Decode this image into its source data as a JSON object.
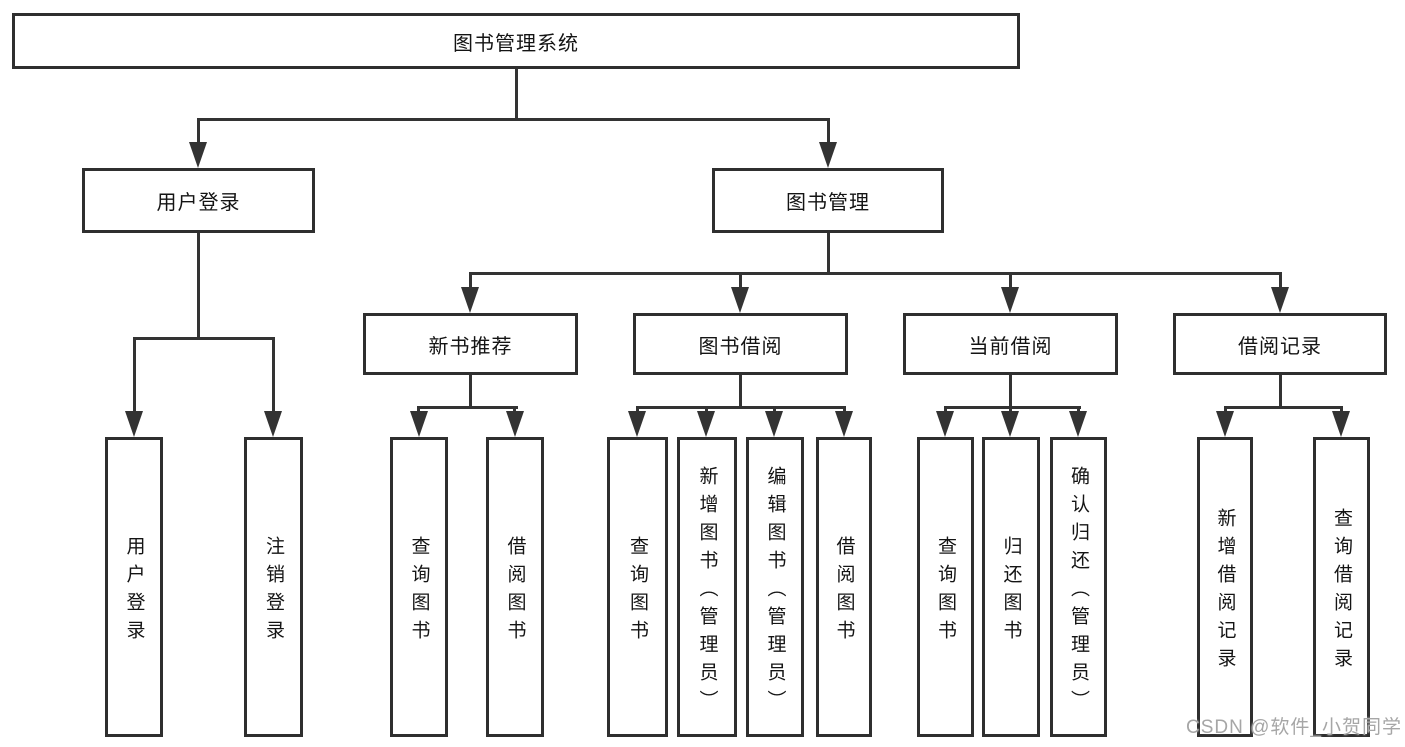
{
  "page": {
    "watermark": "CSDN @软件_小贺同学"
  },
  "colors": {
    "line": "#333333",
    "box_border": "#2f2f2f",
    "text": "#141414",
    "watermark": "#a6a6a6",
    "background": "#ffffff"
  },
  "diagram": {
    "type": "hierarchy-tree",
    "root": {
      "label": "图书管理系统"
    },
    "level2": [
      {
        "label": "用户登录"
      },
      {
        "label": "图书管理"
      }
    ],
    "level3": [
      {
        "label": "新书推荐"
      },
      {
        "label": "图书借阅"
      },
      {
        "label": "当前借阅"
      },
      {
        "label": "借阅记录"
      }
    ],
    "leaves": {
      "user": [
        "用户登录",
        "注销登录"
      ],
      "newbook": [
        "查询图书",
        "借阅图书"
      ],
      "borrow": [
        "查询图书",
        "新增图书（管理员）",
        "编辑图书（管理员）",
        "借阅图书"
      ],
      "current": [
        "查询图书",
        "归还图书",
        "确认归还（管理员）"
      ],
      "records": [
        "新增借阅记录",
        "查询借阅记录"
      ]
    }
  }
}
